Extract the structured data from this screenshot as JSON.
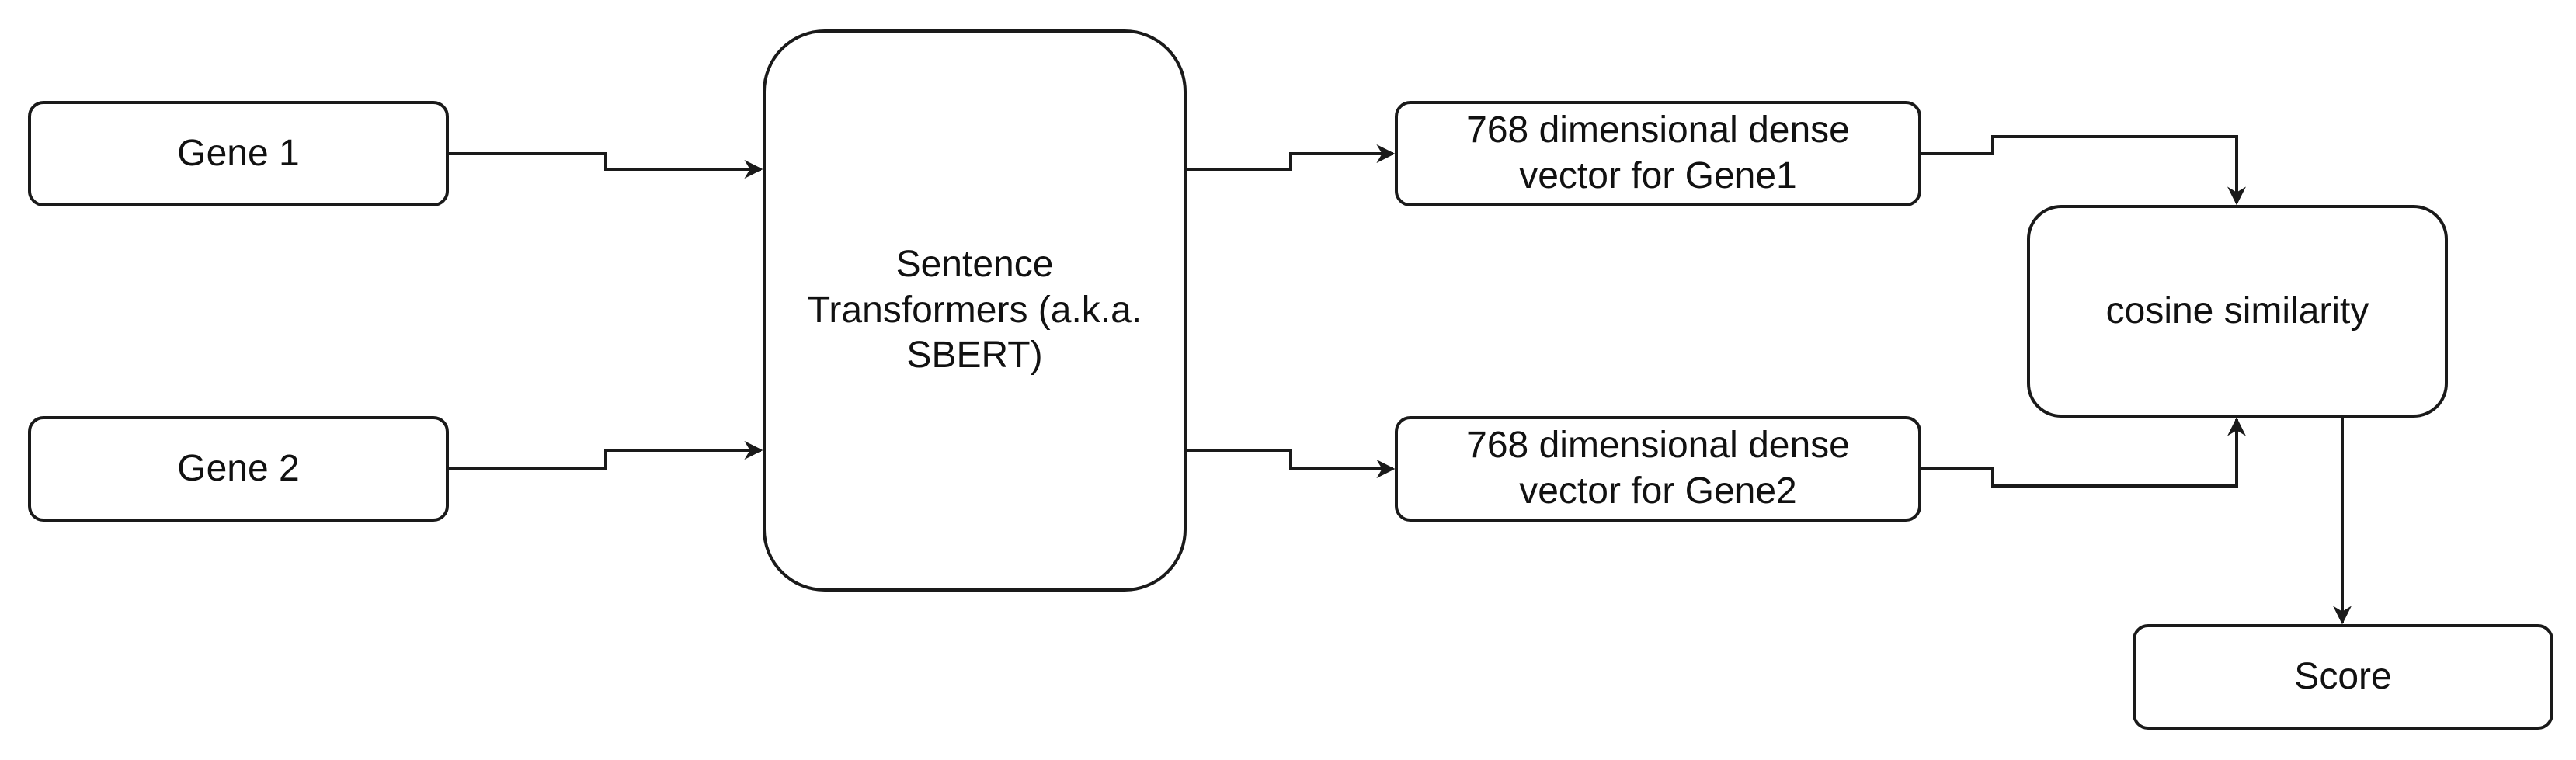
{
  "nodes": {
    "gene1": "Gene 1",
    "gene2": "Gene 2",
    "sbert": "Sentence\nTransformers (a.k.a.\nSBERT)",
    "vec1": "768 dimensional dense\nvector for Gene1",
    "vec2": "768 dimensional dense\nvector for Gene2",
    "cosine": "cosine similarity",
    "score": "Score"
  },
  "colors": {
    "stroke": "#1a1a1a",
    "fill": "#ffffff",
    "text": "#111111"
  }
}
